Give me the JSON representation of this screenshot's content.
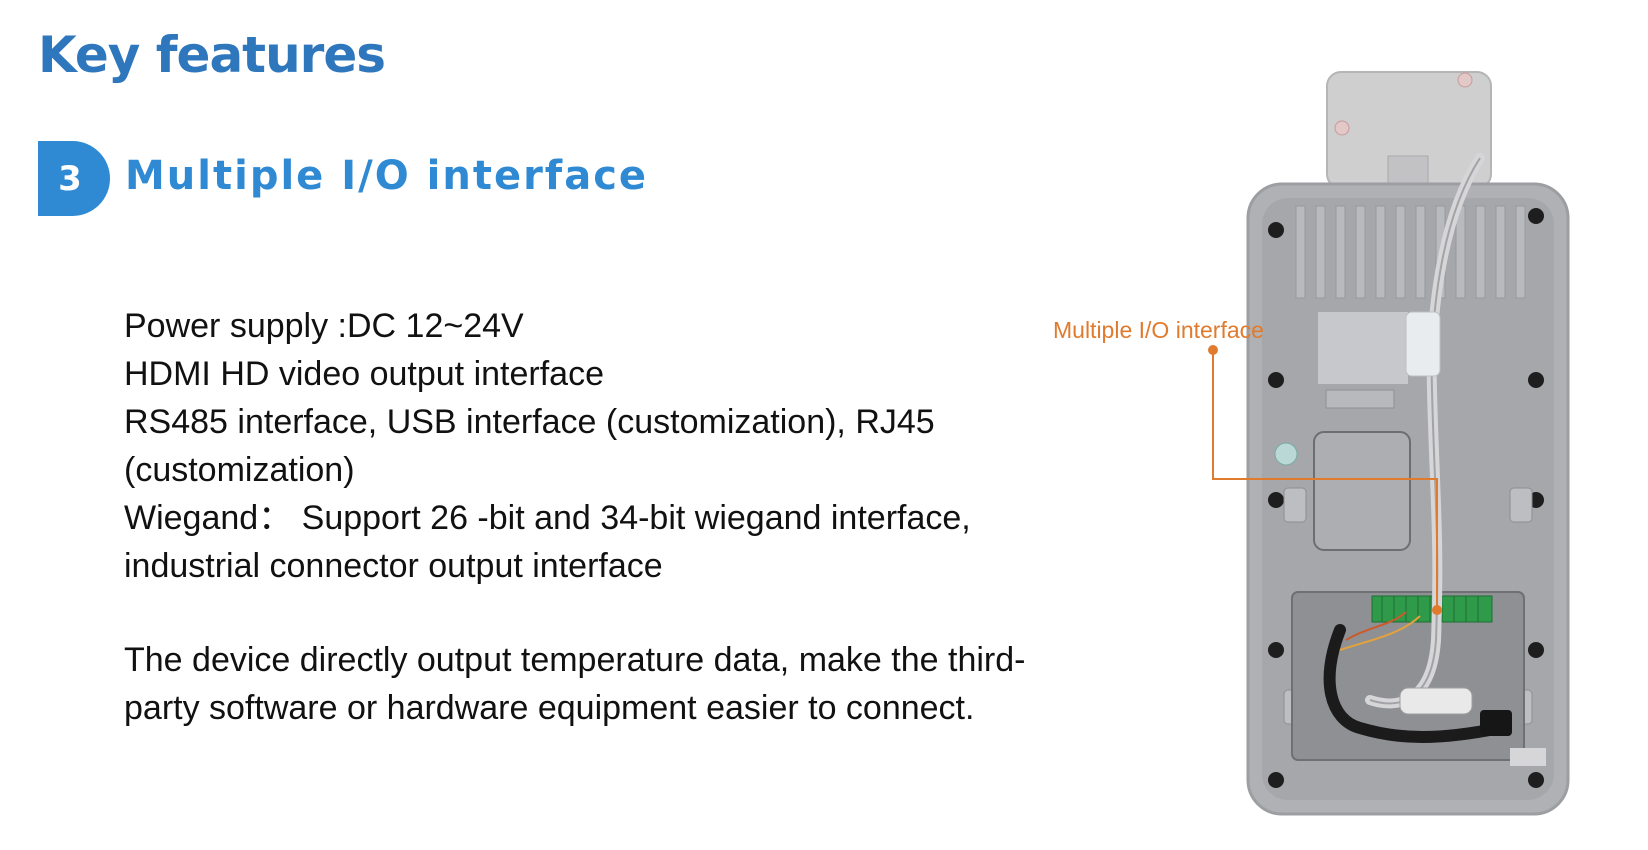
{
  "title": "Key features",
  "section": {
    "number": "3",
    "heading": "Multiple I/O interface"
  },
  "features": [
    "Power supply :DC 12~24V",
    "HDMI HD video output interface",
    "RS485 interface, USB interface (customization), RJ45 (customization)",
    "Wiegand：  Support  26 -bit and 34-bit wiegand interface, industrial connector output interface"
  ],
  "paragraph": "The device directly output temperature data, make the third-party software or hardware equipment  easier to connect.",
  "callout": {
    "label": "Multiple I/O interface",
    "color": "#e07b2d"
  },
  "colors": {
    "title": "#2f77bd",
    "accent": "#2f8ad3"
  }
}
